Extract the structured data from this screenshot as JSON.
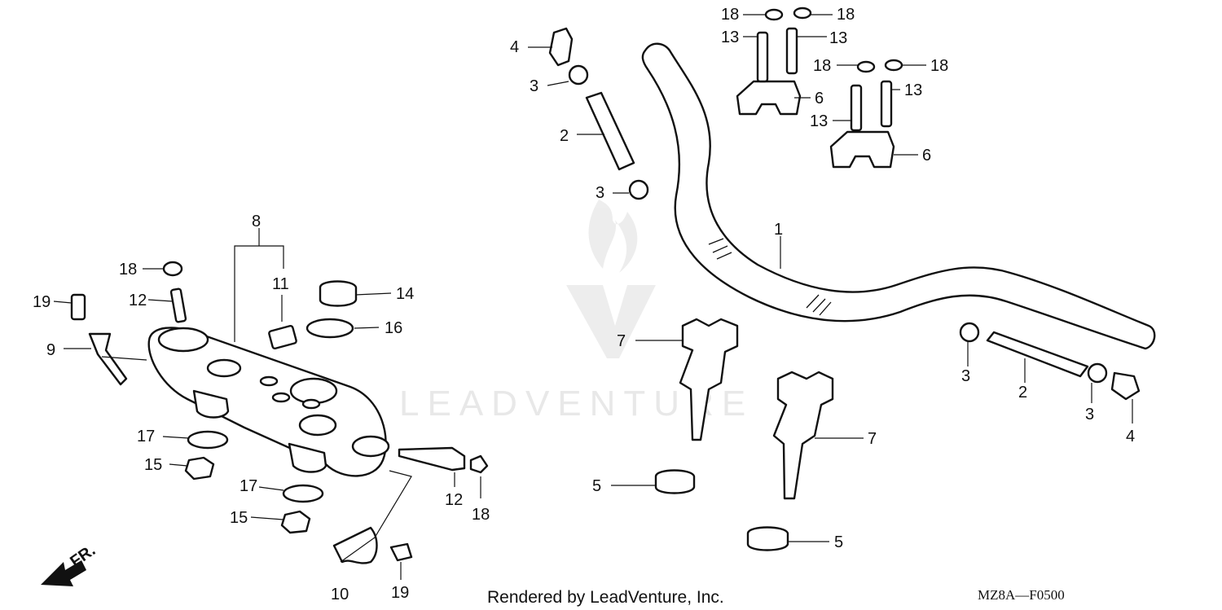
{
  "watermark": "LEADVENTURE",
  "footer": {
    "credit": "Rendered by LeadVenture, Inc.",
    "code": "MZ8A—F0500"
  },
  "direction_label": "FR.",
  "callouts": [
    "1",
    "2",
    "3",
    "4",
    "5",
    "6",
    "7",
    "8",
    "9",
    "10",
    "11",
    "12",
    "13",
    "14",
    "15",
    "16",
    "17",
    "18",
    "19"
  ]
}
